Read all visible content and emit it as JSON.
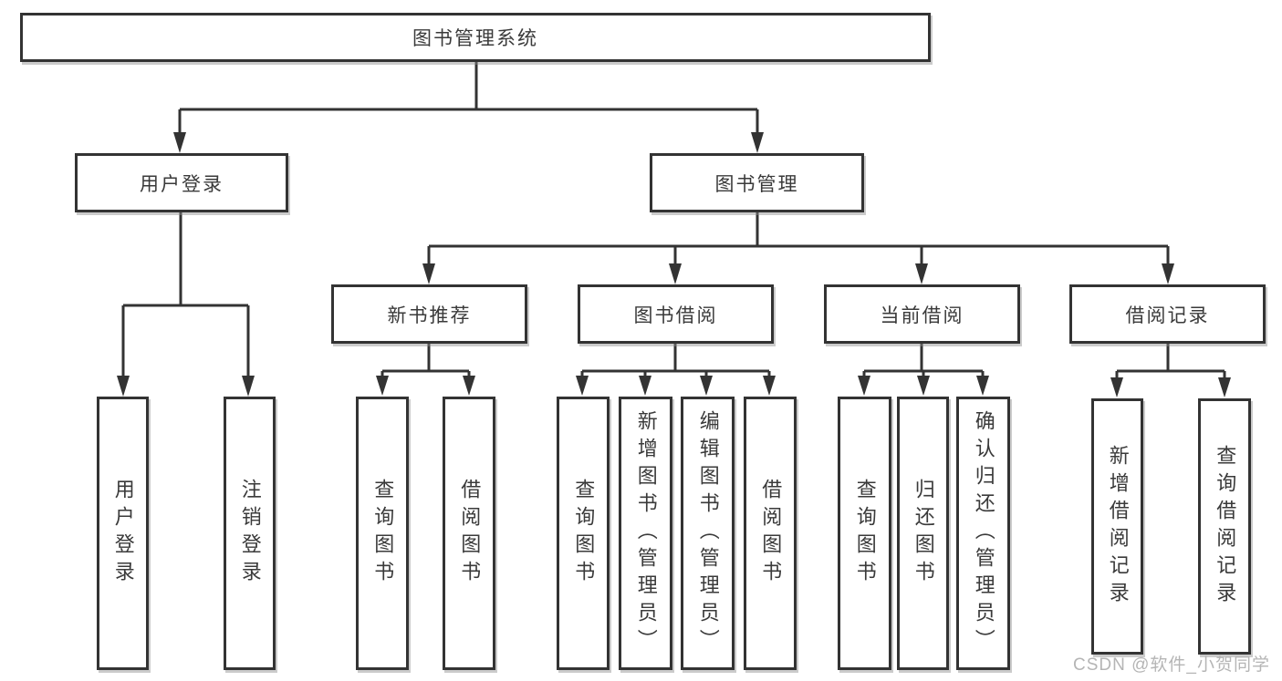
{
  "colors": {
    "line": "#333333",
    "text": "#3a3a3a",
    "background": "#ffffff",
    "watermark": "#b5b5b5"
  },
  "tree": {
    "root": "图书管理系统",
    "level2": [
      {
        "label": "用户登录",
        "children": [
          {
            "label": "用户登录"
          },
          {
            "label": "注销登录"
          }
        ]
      },
      {
        "label": "图书管理"
      }
    ],
    "level3": [
      {
        "label": "新书推荐",
        "children": [
          {
            "label": "查询图书"
          },
          {
            "label": "借阅图书"
          }
        ]
      },
      {
        "label": "图书借阅",
        "children": [
          {
            "label": "查询图书"
          },
          {
            "label": "新增图书（管理员）"
          },
          {
            "label": "编辑图书（管理员）"
          },
          {
            "label": "借阅图书"
          }
        ]
      },
      {
        "label": "当前借阅",
        "children": [
          {
            "label": "查询图书"
          },
          {
            "label": "归还图书"
          },
          {
            "label": "确认归还（管理员）"
          }
        ]
      },
      {
        "label": "借阅记录",
        "children": [
          {
            "label": "新增借阅记录"
          },
          {
            "label": "查询借阅记录"
          }
        ]
      }
    ]
  },
  "watermark": "CSDN @软件_小贺同学"
}
